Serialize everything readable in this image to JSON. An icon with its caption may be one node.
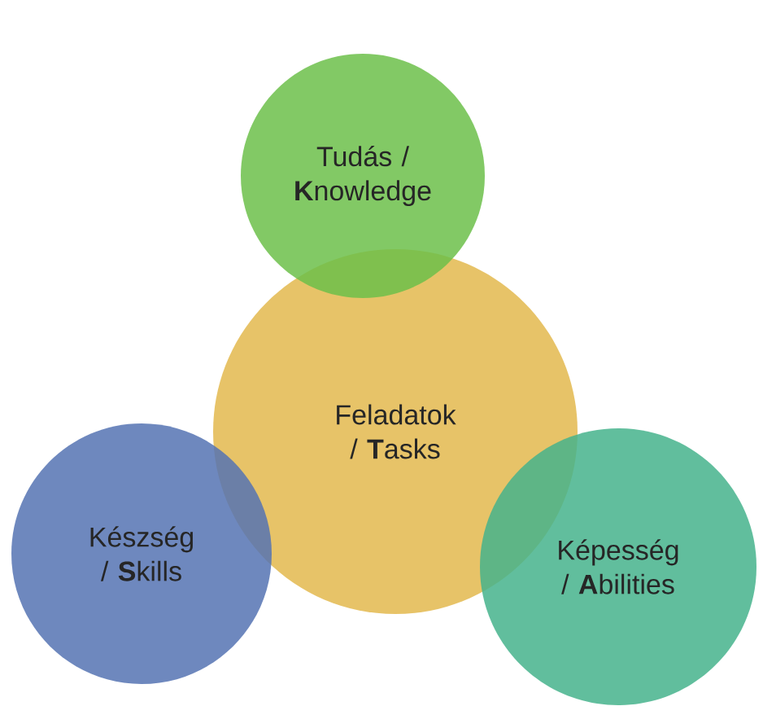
{
  "diagram": {
    "nodes": [
      {
        "text": [
          "Feladatok / **T**asks"
        ]
      },
      {
        "text": [
          "Tudás / **K**nowledge"
        ]
      },
      {
        "text": [
          "Készség / **S**kills"
        ]
      },
      {
        "text": [
          "Képesség / **A**bilities"
        ]
      }
    ]
  }
}
